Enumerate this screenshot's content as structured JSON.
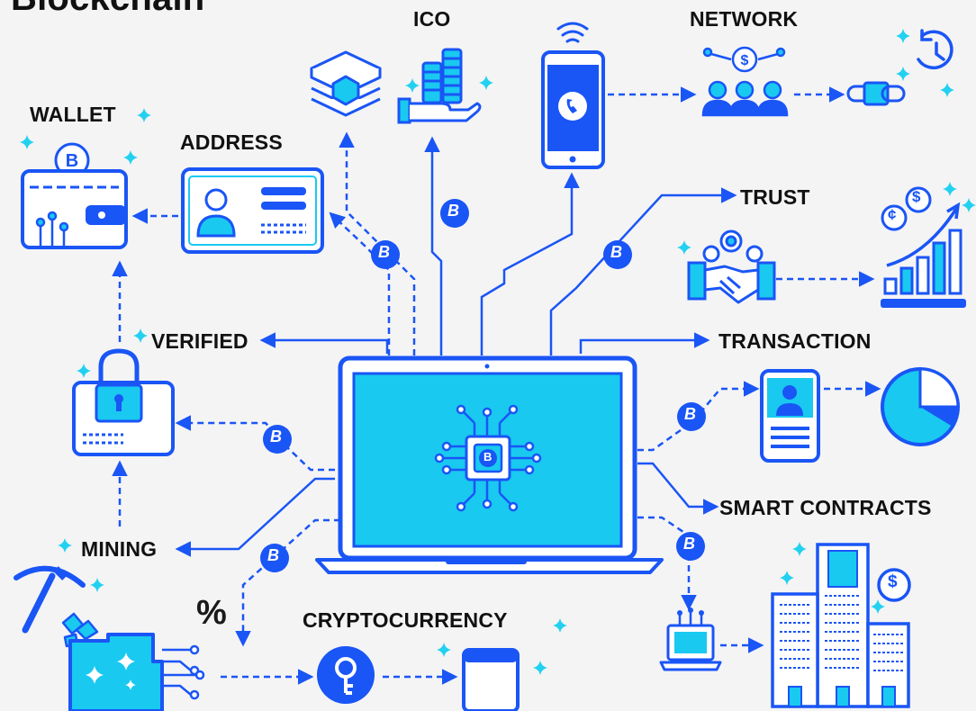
{
  "title": "Blockchain",
  "labels": {
    "ico": "ICO",
    "network": "NETWORK",
    "wallet": "WALLET",
    "address": "ADDRESS",
    "trust": "TRUST",
    "verified": "VERIFIED",
    "transaction": "TRANSACTION",
    "smart_contracts": "SMART CONTRACTS",
    "mining": "MINING",
    "cryptocurrency": "CRYPTOCURRENCY"
  },
  "percent_symbol": "%",
  "bitcoin_symbol": "B",
  "dollar_symbol": "$",
  "cent_symbol": "¢",
  "colors": {
    "primary": "#1a55f5",
    "accent": "#19c9f0",
    "sparkle": "#22d1f0",
    "text": "#111111",
    "background": "#f4f4f5"
  },
  "icons": [
    "server-stack-icon",
    "coins-hand-icon",
    "smartphone-icon",
    "wifi-icon",
    "network-people-icon",
    "clock-icon",
    "chain-icon",
    "wallet-icon",
    "id-card-icon",
    "bitcoin-badge-icon",
    "handshake-icon",
    "growth-chart-icon",
    "laptop-icon",
    "chip-icon",
    "padlock-card-icon",
    "phone-profile-icon",
    "pie-chart-icon",
    "pickaxe-icon",
    "circuit-block-icon",
    "key-icon",
    "browser-window-icon",
    "small-laptop-icon",
    "buildings-icon",
    "dollar-coin-icon"
  ]
}
